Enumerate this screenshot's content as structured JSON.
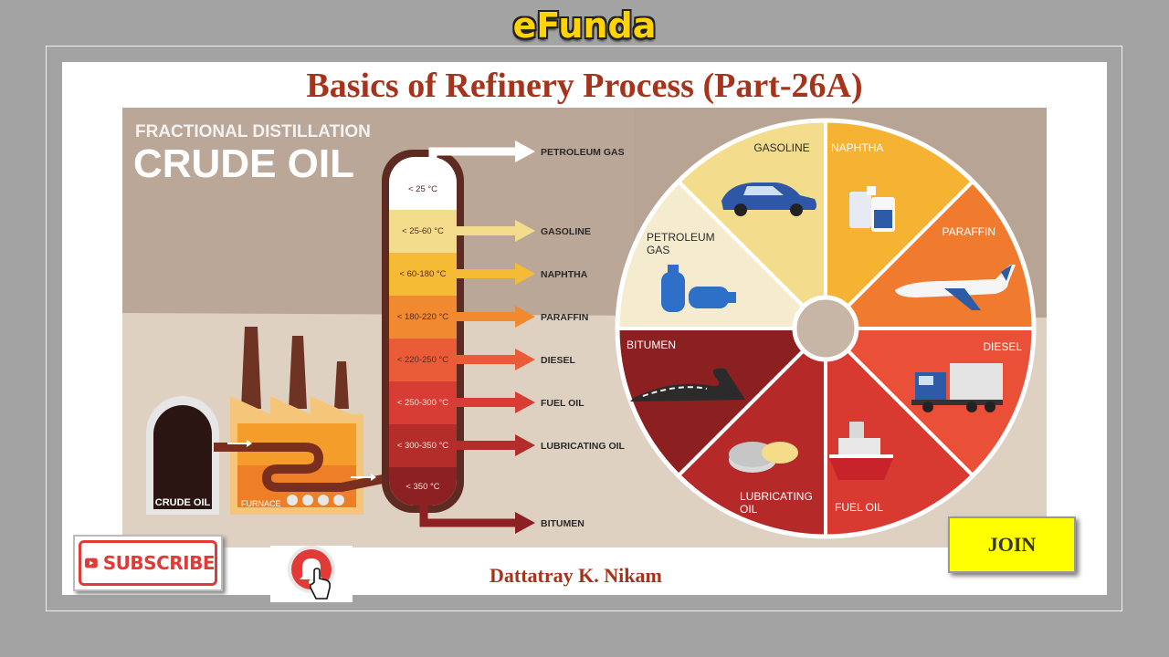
{
  "channel": {
    "brand": "eFunda"
  },
  "video": {
    "title": "Basics of  Refinery Process (Part-26A)",
    "author": "Dattatray K. Nikam",
    "join_label": "JOIN",
    "subscribe_label": "SUBSCRIBE"
  },
  "poster": {
    "heading_small": "FRACTIONAL DISTILLATION",
    "heading_large": "CRUDE OIL",
    "tank_label": "CRUDE OIL",
    "furnace_label": "FURNACE",
    "column_bands": [
      {
        "temp": "< 25 °C",
        "product": "PETROLEUM GAS",
        "color": "#ffffff"
      },
      {
        "temp": "< 25-60 °C",
        "product": "GASOLINE",
        "color": "#f3dc8c"
      },
      {
        "temp": "< 60-180 °C",
        "product": "NAPHTHA",
        "color": "#f5bb34"
      },
      {
        "temp": "< 180-220 °C",
        "product": "PARAFFIN",
        "color": "#f0892f"
      },
      {
        "temp": "< 220-250 °C",
        "product": "DIESEL",
        "color": "#ea5c38"
      },
      {
        "temp": "< 250-300 °C",
        "product": "FUEL OIL",
        "color": "#d73d35"
      },
      {
        "temp": "< 300-350 °C",
        "product": "LUBRICATING OIL",
        "color": "#b52d2b"
      },
      {
        "temp": "< 350 °C",
        "product": "BITUMEN",
        "color": "#8c2022"
      }
    ],
    "wheel_segments": [
      {
        "label": [
          "GASOLINE"
        ],
        "color": "#f3dc8c",
        "icon": "car-icon"
      },
      {
        "label": [
          "NAPHTHA"
        ],
        "color": "#f5b233",
        "icon": "bottles-icon"
      },
      {
        "label": [
          "PARAFFIN"
        ],
        "color": "#f07a2e",
        "icon": "airplane-icon"
      },
      {
        "label": [
          "DIESEL"
        ],
        "color": "#ea4f38",
        "icon": "truck-icon"
      },
      {
        "label": [
          "FUEL OIL"
        ],
        "color": "#d83a32",
        "icon": "ship-icon"
      },
      {
        "label": [
          "LUBRICATING",
          "OIL"
        ],
        "color": "#b52a28",
        "icon": "tin-icon"
      },
      {
        "label": [
          "BITUMEN"
        ],
        "color": "#8c1f20",
        "icon": "road-icon"
      },
      {
        "label": [
          "PETROLEUM",
          "GAS"
        ],
        "color": "#f5ecd0",
        "icon": "gas-cylinder-icon"
      }
    ]
  }
}
